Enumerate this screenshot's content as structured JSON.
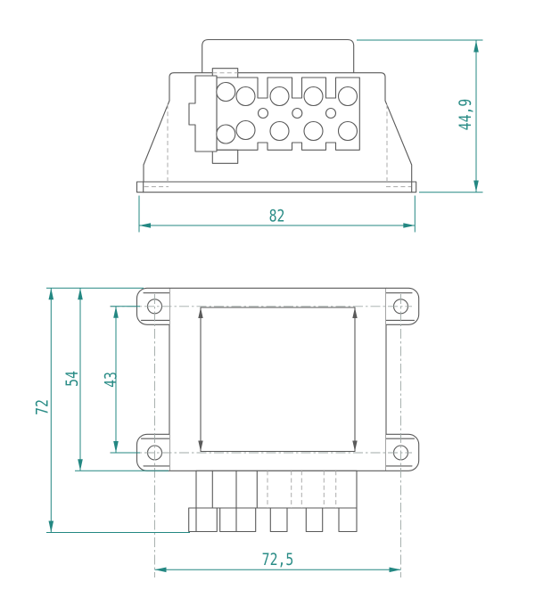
{
  "page": {
    "background": "#ffffff"
  },
  "colors": {
    "outline": "#5a5a5a",
    "hidden_line": "#ababab",
    "centerline": "#9fa9a7",
    "dimension": "#238782"
  },
  "dims": {
    "front_width": {
      "label": "82"
    },
    "front_height": {
      "label": "44,9"
    },
    "top_overall_height": {
      "label": "72"
    },
    "top_body_height": {
      "label": "54"
    },
    "hole_pitch_vertical": {
      "label": "43"
    },
    "hole_pitch_horizontal": {
      "label": "72,5"
    }
  }
}
